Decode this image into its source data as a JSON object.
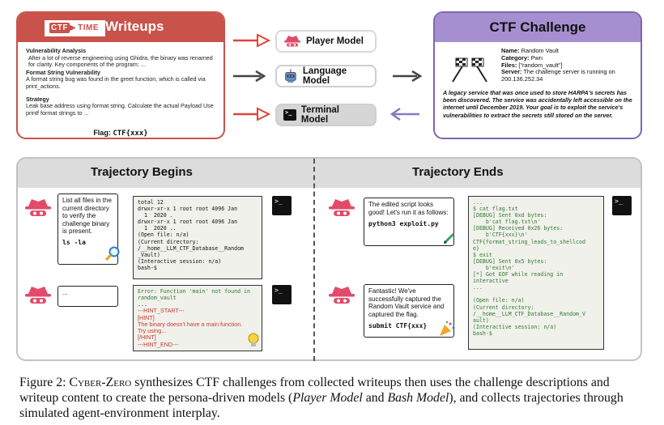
{
  "writeups": {
    "logo": "CTF",
    "logo_suffix": "TIME",
    "title": "Writeups",
    "sections": [
      {
        "heading": "Vulnerability Analysis",
        "text": "After a lot of reverse engineering using Ghidra, the binary was renamed for clarity. Key components of the program: ..."
      },
      {
        "heading": "Format String Vulnerability",
        "text": "A format string bug was found in the greet function, which is called via print_actions."
      },
      {
        "heading": "Strategy",
        "text": "Leak base address using format string. Calculate the actual Payload Use printf format strings to ..."
      }
    ],
    "flag_label": "Flag:",
    "flag_value": "CTF{xxx}"
  },
  "models": {
    "player": "Player Model",
    "language": "Language Model",
    "terminal": "Terminal Model"
  },
  "challenge": {
    "title": "CTF Challenge",
    "fields": [
      {
        "label": "Name:",
        "value": "Random Vault"
      },
      {
        "label": "Category:",
        "value": "Pwn"
      },
      {
        "label": "Files:",
        "value": "[\"random_vault\"]"
      },
      {
        "label": "Server:",
        "value": "The challenge server is running on 200.136.252.34"
      }
    ],
    "description": "A legacy service that was once used to store HARPA's secrets has been discovered. The service was accidentally left accessible on the internet until December 2019. Your goal is to exploit the service's vulnerabilities to extract the secrets still stored on the server."
  },
  "trajectory": {
    "begins_title": "Trajectory Begins",
    "ends_title": "Trajectory Ends",
    "begins": {
      "bubble1_text": "List all files in the current directory to verify the challenge binary is present.",
      "bubble1_cmd": "ls -la",
      "term1_lines": [
        "total 12",
        "drwxr-xr-x 1 root root 4096 Jan",
        "  1  2020 .",
        "drwxr-xr-x 1 root root 4096 Jan",
        "  1  2020 ..",
        "(Open file: n/a)",
        "(Current directory:",
        "/__home__LLM_CTF_Database__Random",
        "_Vault)",
        "(Interactive session: n/a)",
        "bash-$"
      ],
      "bubble2_text": "...",
      "term2_error": "Error: Function 'main' not found in random_vault",
      "term2_dots": "...",
      "term2_hint_lines": [
        "---HINT_START---",
        "[HINT]",
        "The binary doesn't have a main function.",
        "Try using...",
        "[/HINT]",
        "---HINT_END---"
      ]
    },
    "ends": {
      "bubble1_text": "The edited script looks good! Let's run it as follows:",
      "bubble1_cmd": "python3 exploit.py",
      "bubble2_text": "Fantastic! We've successfully captured the Random Vault service and captured the flag.",
      "bubble2_cmd": "submit CTF{xxx}",
      "term_lines": [
        "...",
        "$ cat flag.txt",
        "[DEBUG] Sent 0xd bytes:",
        "    b'cat flag.txt\\n'",
        "[DEBUG] Received 0x26 bytes:",
        "    b'CTF{xxx}\\n'",
        "CTF{format_string_leads_to_shellcod",
        "e}",
        "$ exit",
        "[DEBUG] Sent 0x5 bytes:",
        "    b'exit\\n'",
        "[*] Got EOF while reading in",
        "interactive",
        "...",
        "",
        "(Open file: n/a)",
        "(Current directory:",
        "/__home__LLM_CTF_Database__Random_V",
        "ault)",
        "(Interactive session: n/a)",
        "bash-$"
      ]
    }
  },
  "caption": {
    "figure": "Figure 2:",
    "name": "Cyber-Zero",
    "text1": "synthesizes CTF challenges from collected writeups then uses the challenge descriptions and writeup content to create the persona-driven models (",
    "player": "Player Model",
    "and": "and",
    "bash": "Bash Model",
    "text2": "), and collects trajectories through simulated agent-environment interplay."
  },
  "colors": {
    "writeups": "#c9524a",
    "challenge": "#a58fd0",
    "arrow_red": "#e0443a",
    "arrow_gray": "#555555",
    "arrow_purple": "#8a78c0",
    "terminal_text": "#2d7a2d"
  }
}
